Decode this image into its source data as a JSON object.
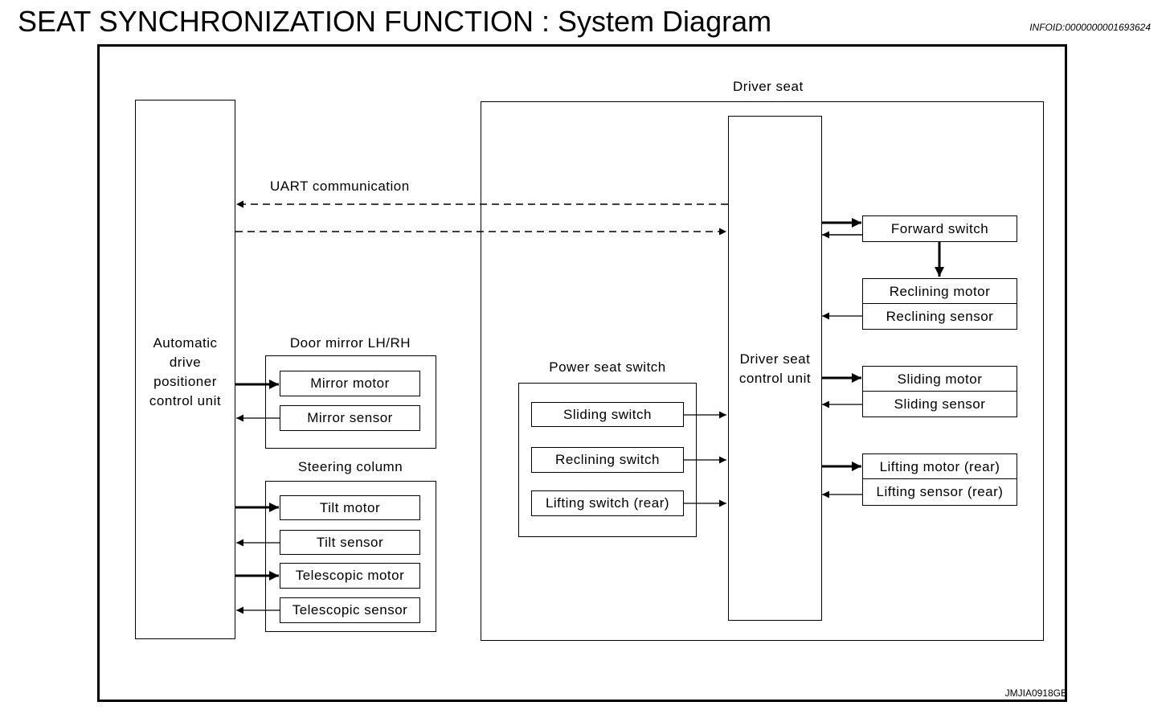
{
  "header": {
    "title": "SEAT SYNCHRONIZATION FUNCTION : System Diagram",
    "info_id": "INFOID:0000000001693624"
  },
  "diagram": {
    "adp_unit": "Automatic drive positioner control unit",
    "uart_label": "UART communication",
    "door_mirror": {
      "title": "Door mirror LH/RH",
      "motor": "Mirror motor",
      "sensor": "Mirror sensor"
    },
    "steering_column": {
      "title": "Steering column",
      "tilt_motor": "Tilt motor",
      "tilt_sensor": "Tilt sensor",
      "telescopic_motor": "Telescopic motor",
      "telescopic_sensor": "Telescopic sensor"
    },
    "driver_seat": {
      "title": "Driver seat",
      "control_unit": "Driver seat control unit",
      "power_seat_switch": {
        "title": "Power seat switch",
        "sliding": "Sliding switch",
        "reclining": "Reclining switch",
        "lifting": "Lifting switch (rear)"
      },
      "forward_switch": "Forward switch",
      "reclining_motor": "Reclining motor",
      "reclining_sensor": "Reclining sensor",
      "sliding_motor": "Sliding motor",
      "sliding_sensor": "Sliding sensor",
      "lifting_motor": "Lifting motor (rear)",
      "lifting_sensor": "Lifting sensor (rear)"
    },
    "figure_code": "JMJIA0918GB"
  }
}
